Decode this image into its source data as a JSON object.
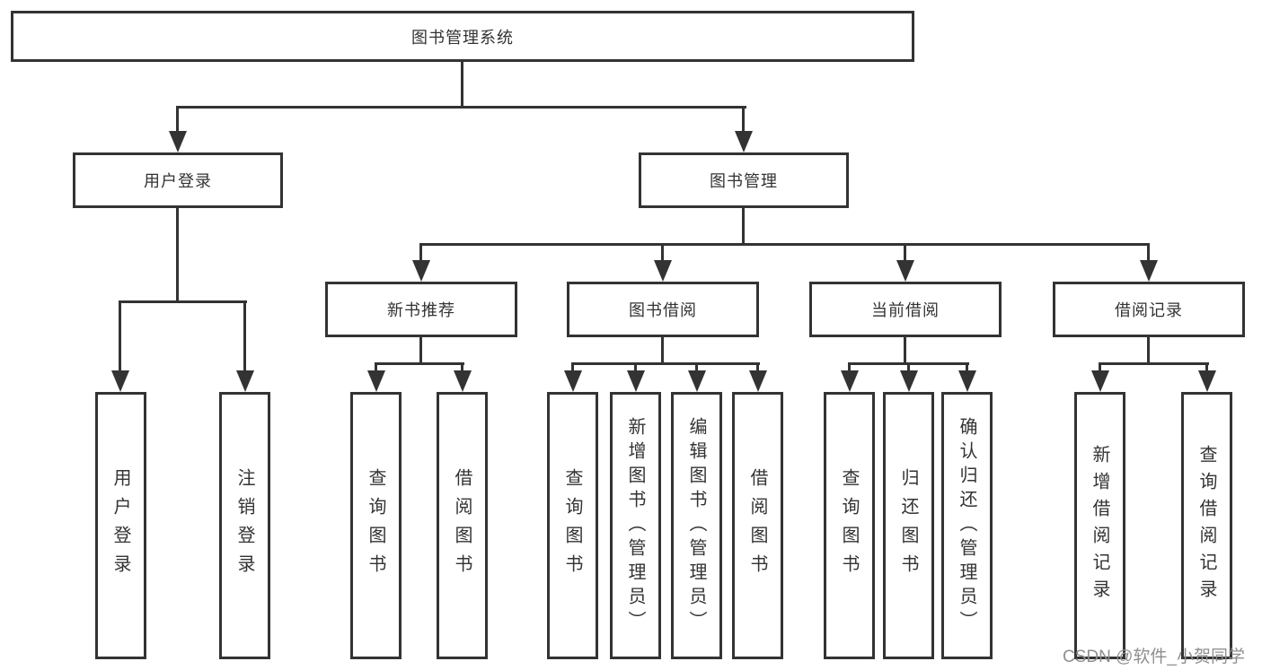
{
  "diagram": {
    "type": "hierarchy-tree",
    "title": "图书管理系统"
  },
  "nodes": {
    "root": "图书管理系统",
    "user_login": "用户登录",
    "book_mgmt": "图书管理",
    "new_book_rec": "新书推荐",
    "book_borrow": "图书借阅",
    "current_borrow": "当前借阅",
    "borrow_records": "借阅记录",
    "leaf_user_login": "用户登录",
    "leaf_logout": "注销登录",
    "rec_query_books": "查询图书",
    "rec_borrow_books": "借阅图书",
    "bb_query_books": "查询图书",
    "bb_add_books": "新增图书（管理员）",
    "bb_edit_books": "编辑图书（管理员）",
    "bb_borrow_books": "借阅图书",
    "cb_query_books": "查询图书",
    "cb_return_books": "归还图书",
    "cb_confirm_return": "确认归还（管理员）",
    "br_add_record": "新增借阅记录",
    "br_query_record": "查询借阅记录"
  },
  "hierarchy": {
    "图书管理系统": {
      "用户登录": [
        "用户登录",
        "注销登录"
      ],
      "图书管理": {
        "新书推荐": [
          "查询图书",
          "借阅图书"
        ],
        "图书借阅": [
          "查询图书",
          "新增图书（管理员）",
          "编辑图书（管理员）",
          "借阅图书"
        ],
        "当前借阅": [
          "查询图书",
          "归还图书",
          "确认归还（管理员）"
        ],
        "借阅记录": [
          "新增借阅记录",
          "查询借阅记录"
        ]
      }
    }
  },
  "watermark": "CSDN @软件_小贺同学",
  "colors": {
    "line": "#333333",
    "box_border": "#333333",
    "text": "#333333",
    "watermark": "#8f8f8f",
    "background": "#ffffff"
  }
}
